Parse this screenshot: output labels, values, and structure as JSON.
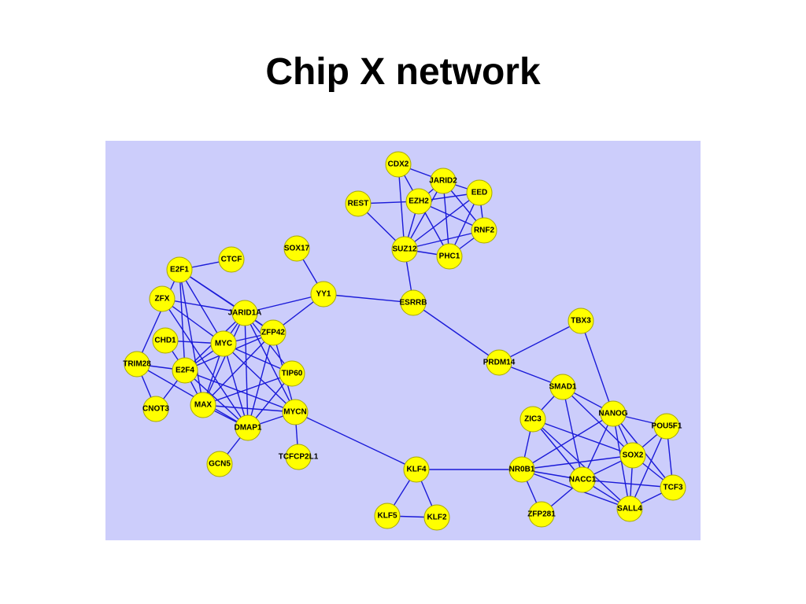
{
  "slide": {
    "title": "Chip X network"
  },
  "colors": {
    "panel_background": "#cccdfb",
    "node_fill": "#ffff00",
    "node_stroke": "#a7a700",
    "edge": "#1a1ad8"
  },
  "network": {
    "nodes": [
      {
        "id": "CDX2",
        "label": "CDX2"
      },
      {
        "id": "JARID2",
        "label": "JARID2"
      },
      {
        "id": "EED",
        "label": "EED"
      },
      {
        "id": "REST",
        "label": "REST"
      },
      {
        "id": "EZH2",
        "label": "EZH2"
      },
      {
        "id": "RNF2",
        "label": "RNF2"
      },
      {
        "id": "SUZ12",
        "label": "SUZ12"
      },
      {
        "id": "PHC1",
        "label": "PHC1"
      },
      {
        "id": "SOX17",
        "label": "SOX17"
      },
      {
        "id": "YY1",
        "label": "YY1"
      },
      {
        "id": "ESRRB",
        "label": "ESRRB"
      },
      {
        "id": "E2F1",
        "label": "E2F1"
      },
      {
        "id": "CTCF",
        "label": "CTCF"
      },
      {
        "id": "ZFX",
        "label": "ZFX"
      },
      {
        "id": "JARID1A",
        "label": "JARID1A"
      },
      {
        "id": "ZFP42",
        "label": "ZFP42"
      },
      {
        "id": "CHD1",
        "label": "CHD1"
      },
      {
        "id": "MYC",
        "label": "MYC"
      },
      {
        "id": "TRIM28",
        "label": "TRIM28"
      },
      {
        "id": "E2F4",
        "label": "E2F4"
      },
      {
        "id": "TIP60",
        "label": "TIP60"
      },
      {
        "id": "CNOT3",
        "label": "CNOT3"
      },
      {
        "id": "MAX",
        "label": "MAX"
      },
      {
        "id": "MYCN",
        "label": "MYCN"
      },
      {
        "id": "DMAP1",
        "label": "DMAP1"
      },
      {
        "id": "GCN5",
        "label": "GCN5"
      },
      {
        "id": "TCFCP2L1",
        "label": "TCFCP2L1"
      },
      {
        "id": "TBX3",
        "label": "TBX3"
      },
      {
        "id": "PRDM14",
        "label": "PRDM14"
      },
      {
        "id": "SMAD1",
        "label": "SMAD1"
      },
      {
        "id": "ZIC3",
        "label": "ZIC3"
      },
      {
        "id": "NANOG",
        "label": "NANOG"
      },
      {
        "id": "POU5F1",
        "label": "POU5F1"
      },
      {
        "id": "SOX2",
        "label": "SOX2"
      },
      {
        "id": "KLF4",
        "label": "KLF4"
      },
      {
        "id": "NR0B1",
        "label": "NR0B1"
      },
      {
        "id": "NACC1",
        "label": "NACC1"
      },
      {
        "id": "TCF3",
        "label": "TCF3"
      },
      {
        "id": "SALL4",
        "label": "SALL4"
      },
      {
        "id": "ZFP281",
        "label": "ZFP281"
      },
      {
        "id": "KLF5",
        "label": "KLF5"
      },
      {
        "id": "KLF2",
        "label": "KLF2"
      }
    ],
    "edges": [
      [
        "CDX2",
        "JARID2"
      ],
      [
        "CDX2",
        "EZH2"
      ],
      [
        "CDX2",
        "SUZ12"
      ],
      [
        "JARID2",
        "EED"
      ],
      [
        "JARID2",
        "EZH2"
      ],
      [
        "JARID2",
        "SUZ12"
      ],
      [
        "JARID2",
        "RNF2"
      ],
      [
        "JARID2",
        "PHC1"
      ],
      [
        "EED",
        "EZH2"
      ],
      [
        "EED",
        "SUZ12"
      ],
      [
        "EED",
        "RNF2"
      ],
      [
        "EED",
        "PHC1"
      ],
      [
        "REST",
        "EZH2"
      ],
      [
        "REST",
        "SUZ12"
      ],
      [
        "EZH2",
        "SUZ12"
      ],
      [
        "EZH2",
        "RNF2"
      ],
      [
        "EZH2",
        "PHC1"
      ],
      [
        "SUZ12",
        "RNF2"
      ],
      [
        "SUZ12",
        "PHC1"
      ],
      [
        "RNF2",
        "PHC1"
      ],
      [
        "SUZ12",
        "ESRRB"
      ],
      [
        "SOX17",
        "YY1"
      ],
      [
        "YY1",
        "ESRRB"
      ],
      [
        "YY1",
        "JARID1A"
      ],
      [
        "YY1",
        "ZFP42"
      ],
      [
        "ESRRB",
        "PRDM14"
      ],
      [
        "E2F1",
        "CTCF"
      ],
      [
        "E2F1",
        "JARID1A"
      ],
      [
        "E2F1",
        "MYC"
      ],
      [
        "E2F1",
        "E2F4"
      ],
      [
        "E2F1",
        "TRIM28"
      ],
      [
        "E2F1",
        "ZFP42"
      ],
      [
        "E2F1",
        "MAX"
      ],
      [
        "ZFX",
        "JARID1A"
      ],
      [
        "ZFX",
        "MYC"
      ],
      [
        "ZFX",
        "DMAP1"
      ],
      [
        "JARID1A",
        "MYC"
      ],
      [
        "JARID1A",
        "ZFP42"
      ],
      [
        "JARID1A",
        "E2F4"
      ],
      [
        "JARID1A",
        "MAX"
      ],
      [
        "JARID1A",
        "DMAP1"
      ],
      [
        "JARID1A",
        "MYCN"
      ],
      [
        "JARID1A",
        "TIP60"
      ],
      [
        "ZFP42",
        "MYC"
      ],
      [
        "ZFP42",
        "E2F4"
      ],
      [
        "ZFP42",
        "MAX"
      ],
      [
        "ZFP42",
        "DMAP1"
      ],
      [
        "ZFP42",
        "MYCN"
      ],
      [
        "CHD1",
        "MYC"
      ],
      [
        "CHD1",
        "E2F4"
      ],
      [
        "MYC",
        "E2F4"
      ],
      [
        "MYC",
        "MAX"
      ],
      [
        "MYC",
        "DMAP1"
      ],
      [
        "MYC",
        "MYCN"
      ],
      [
        "MYC",
        "TIP60"
      ],
      [
        "TRIM28",
        "E2F4"
      ],
      [
        "TRIM28",
        "CNOT3"
      ],
      [
        "TRIM28",
        "DMAP1"
      ],
      [
        "E2F4",
        "CNOT3"
      ],
      [
        "E2F4",
        "MAX"
      ],
      [
        "E2F4",
        "DMAP1"
      ],
      [
        "E2F4",
        "MYCN"
      ],
      [
        "TIP60",
        "MAX"
      ],
      [
        "TIP60",
        "DMAP1"
      ],
      [
        "MAX",
        "DMAP1"
      ],
      [
        "MAX",
        "MYCN"
      ],
      [
        "DMAP1",
        "MYCN"
      ],
      [
        "DMAP1",
        "GCN5"
      ],
      [
        "MYCN",
        "TCFCP2L1"
      ],
      [
        "MYCN",
        "KLF4"
      ],
      [
        "KLF4",
        "KLF5"
      ],
      [
        "KLF4",
        "KLF2"
      ],
      [
        "KLF5",
        "KLF2"
      ],
      [
        "KLF4",
        "NR0B1"
      ],
      [
        "TBX3",
        "PRDM14"
      ],
      [
        "TBX3",
        "NANOG"
      ],
      [
        "PRDM14",
        "SMAD1"
      ],
      [
        "SMAD1",
        "ZIC3"
      ],
      [
        "SMAD1",
        "NANOG"
      ],
      [
        "SMAD1",
        "SOX2"
      ],
      [
        "SMAD1",
        "NACC1"
      ],
      [
        "ZIC3",
        "NR0B1"
      ],
      [
        "ZIC3",
        "NACC1"
      ],
      [
        "ZIC3",
        "SOX2"
      ],
      [
        "ZIC3",
        "SALL4"
      ],
      [
        "NANOG",
        "POU5F1"
      ],
      [
        "NANOG",
        "SOX2"
      ],
      [
        "NANOG",
        "NR0B1"
      ],
      [
        "NANOG",
        "TCF3"
      ],
      [
        "NANOG",
        "SALL4"
      ],
      [
        "NANOG",
        "NACC1"
      ],
      [
        "POU5F1",
        "SOX2"
      ],
      [
        "POU5F1",
        "TCF3"
      ],
      [
        "POU5F1",
        "SALL4"
      ],
      [
        "SOX2",
        "NR0B1"
      ],
      [
        "SOX2",
        "NACC1"
      ],
      [
        "SOX2",
        "TCF3"
      ],
      [
        "SOX2",
        "SALL4"
      ],
      [
        "NR0B1",
        "NACC1"
      ],
      [
        "NR0B1",
        "SALL4"
      ],
      [
        "NR0B1",
        "ZFP281"
      ],
      [
        "NACC1",
        "SALL4"
      ],
      [
        "NACC1",
        "ZFP281"
      ],
      [
        "NACC1",
        "TCF3"
      ],
      [
        "TCF3",
        "SALL4"
      ]
    ]
  }
}
